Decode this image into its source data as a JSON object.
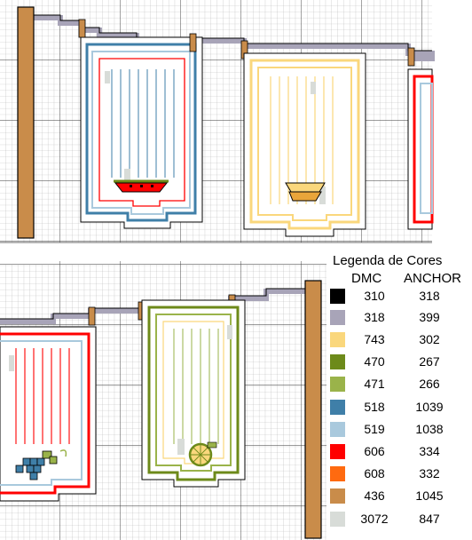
{
  "legend": {
    "title": "Legenda de Cores",
    "col_dmc": "DMC",
    "col_anchor": "ANCHOR",
    "rows": [
      {
        "dmc": "310",
        "anchor": "318",
        "color": "#000000"
      },
      {
        "dmc": "318",
        "anchor": "399",
        "color": "#a8a4b8"
      },
      {
        "dmc": "743",
        "anchor": "302",
        "color": "#fad77c"
      },
      {
        "dmc": "470",
        "anchor": "267",
        "color": "#6d8a1a"
      },
      {
        "dmc": "471",
        "anchor": "266",
        "color": "#9ab34a"
      },
      {
        "dmc": "518",
        "anchor": "1039",
        "color": "#3f7fa8"
      },
      {
        "dmc": "519",
        "anchor": "1038",
        "color": "#a9c9dd"
      },
      {
        "dmc": "606",
        "anchor": "334",
        "color": "#ff0000"
      },
      {
        "dmc": "608",
        "anchor": "332",
        "color": "#ff6a10"
      },
      {
        "dmc": "436",
        "anchor": "1045",
        "color": "#c98c4a"
      },
      {
        "dmc": "3072",
        "anchor": "847",
        "color": "#d8dcd8"
      }
    ]
  }
}
